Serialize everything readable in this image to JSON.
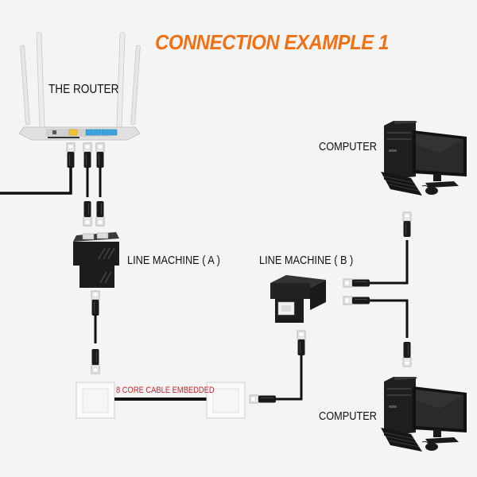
{
  "title": "CONNECTION EXAMPLE 1",
  "colors": {
    "title": "#f07014",
    "cable_label": "#c0232b",
    "background": "#f4f4f4",
    "cable": "#111111",
    "wan_port": "#f2c230",
    "lan_port": "#3ba4dc"
  },
  "labels": {
    "router": "THE ROUTER",
    "line_machine_a": "LINE MACHINE ( A )",
    "line_machine_b": "LINE MACHINE ( B )",
    "computer_top": "COMPUTER",
    "computer_bottom": "COMPUTER",
    "cable_embedded": "8 CORE CABLE EMBEDDED"
  },
  "icons": {
    "router": "router-icon",
    "splitter_a": "rj45-splitter-icon",
    "splitter_b": "rj45-splitter-icon",
    "wall_socket": "wall-socket-icon",
    "computer": "desktop-computer-icon",
    "plug": "rj45-plug-icon"
  }
}
